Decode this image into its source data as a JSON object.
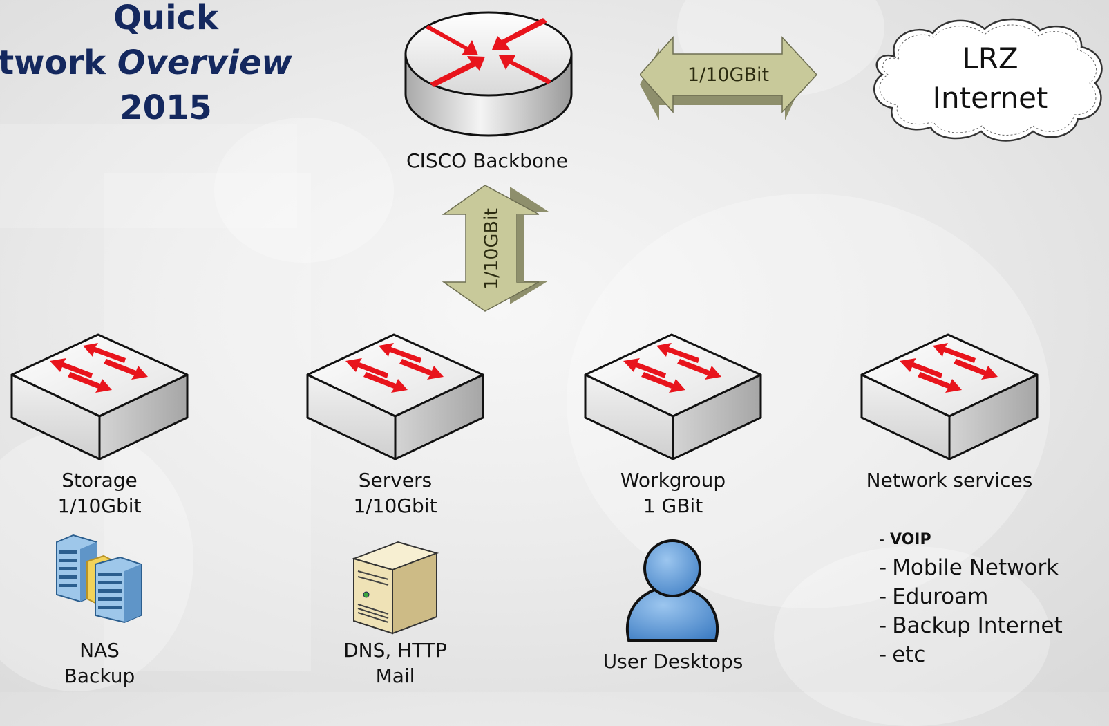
{
  "title": {
    "line1": "Quick",
    "line2_plain": "twork ",
    "line2_italic": "Overview",
    "line3": "2015"
  },
  "backbone": {
    "icon": "router-icon",
    "label": "CISCO Backbone"
  },
  "uplink": {
    "label": "1/10GBit",
    "icon": "double-arrow-icon"
  },
  "downlink": {
    "label": "1/10GBit",
    "icon": "double-arrow-icon"
  },
  "internet": {
    "icon": "cloud-icon",
    "line1": "LRZ",
    "line2": "Internet"
  },
  "switches": [
    {
      "icon": "switch-icon",
      "line1": "Storage",
      "line2": "1/10Gbit"
    },
    {
      "icon": "switch-icon",
      "line1": "Servers",
      "line2": "1/10Gbit"
    },
    {
      "icon": "switch-icon",
      "line1": "Workgroup",
      "line2": "1 GBit"
    },
    {
      "icon": "switch-icon",
      "line1": "Network services",
      "line2": ""
    }
  ],
  "devices": [
    {
      "icon": "nas-storage-icon",
      "line1": "NAS",
      "line2": "Backup"
    },
    {
      "icon": "server-tower-icon",
      "line1": "DNS, HTTP",
      "line2": "Mail"
    },
    {
      "icon": "user-icon",
      "line1": "User Desktops"
    }
  ],
  "services": {
    "dash": "-",
    "items": [
      "VOIP",
      "Mobile Network",
      "Eduroam",
      "Backup Internet",
      "etc"
    ]
  },
  "colors": {
    "title": "#14285e",
    "arrow_fill": "#c8c99a",
    "arrow_shade": "#8e8f6c",
    "switch_arrow": "#e8141c",
    "user_blue": "#4d8bd0"
  }
}
